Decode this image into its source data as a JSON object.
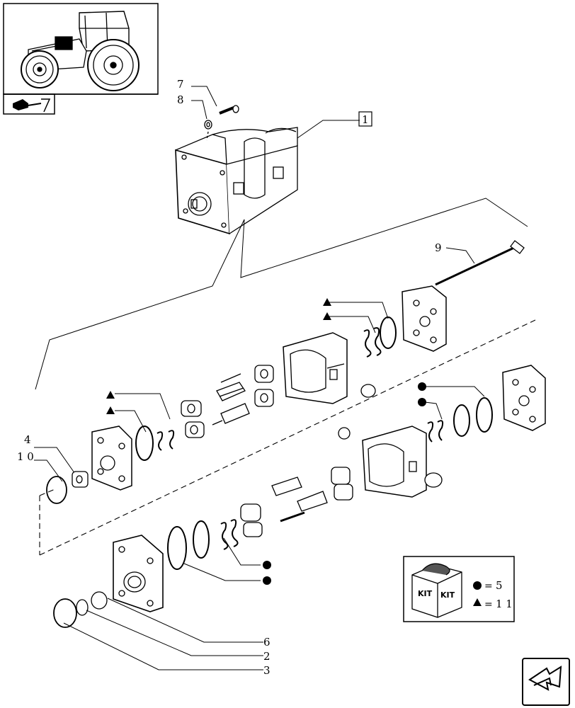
{
  "thumbnail": {
    "icon": "tractor-thumbnail"
  },
  "nav_back": {
    "icon": "back-arrow-icon"
  },
  "nav_next": {
    "icon": "next-arrow-icon"
  },
  "callouts": {
    "c1": "1",
    "c2": "2",
    "c3": "3",
    "c4": "4",
    "c6": "6",
    "c7": "7",
    "c8": "8",
    "c9": "9",
    "c10": "1 0"
  },
  "kit": {
    "label_left": "KIT",
    "label_right": "KIT",
    "circle_value": "5",
    "triangle_value": "1 1",
    "circle_eq": "=",
    "triangle_eq": "="
  }
}
